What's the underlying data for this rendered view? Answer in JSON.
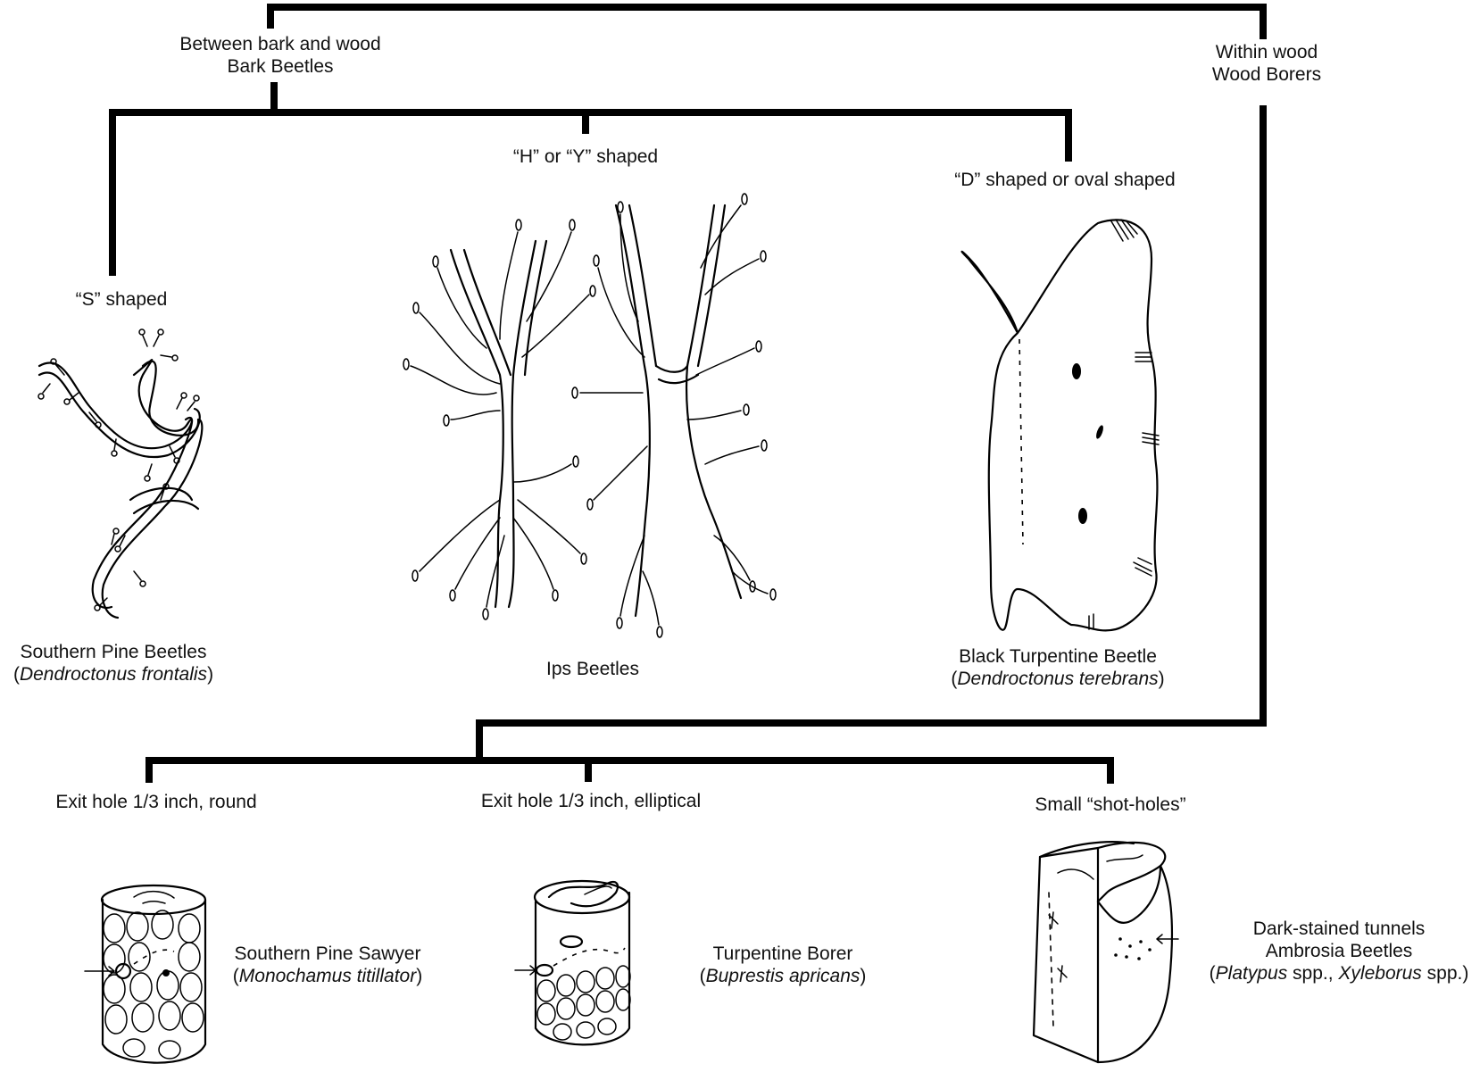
{
  "top": {
    "left_branch": {
      "line1": "Between bark and wood",
      "line2": "Bark Beetles"
    },
    "right_branch": {
      "line1": "Within wood",
      "line2": "Wood Borers"
    }
  },
  "bark_beetles": {
    "s_shape": {
      "shape": "“S” shaped",
      "name": "Southern Pine Beetles",
      "sci_open": "(",
      "sci": "Dendroctonus frontalis",
      "sci_close": ")"
    },
    "hy_shape": {
      "shape": "“H” or “Y” shaped",
      "name": "Ips Beetles"
    },
    "d_shape": {
      "shape": "“D” shaped or oval shaped",
      "name": "Black Turpentine Beetle",
      "sci_open": "(",
      "sci": "Dendroctonus terebrans",
      "sci_close": ")"
    }
  },
  "wood_borers": {
    "round": {
      "hole": "Exit hole 1/3 inch, round",
      "name": "Southern Pine Sawyer",
      "sci_open": "(",
      "sci": "Monochamus titillator",
      "sci_close": ")"
    },
    "elliptical": {
      "hole": "Exit hole 1/3 inch, elliptical",
      "name": "Turpentine Borer",
      "sci_open": "(",
      "sci": "Buprestis apricans",
      "sci_close": ")"
    },
    "shot": {
      "hole": "Small “shot-holes”",
      "line1": "Dark-stained tunnels",
      "line2": "Ambrosia Beetles",
      "sci_open": "(",
      "sci1": "Platypus",
      "mid": " spp., ",
      "sci2": "Xyleborus",
      "sci_close": " spp.)"
    }
  }
}
